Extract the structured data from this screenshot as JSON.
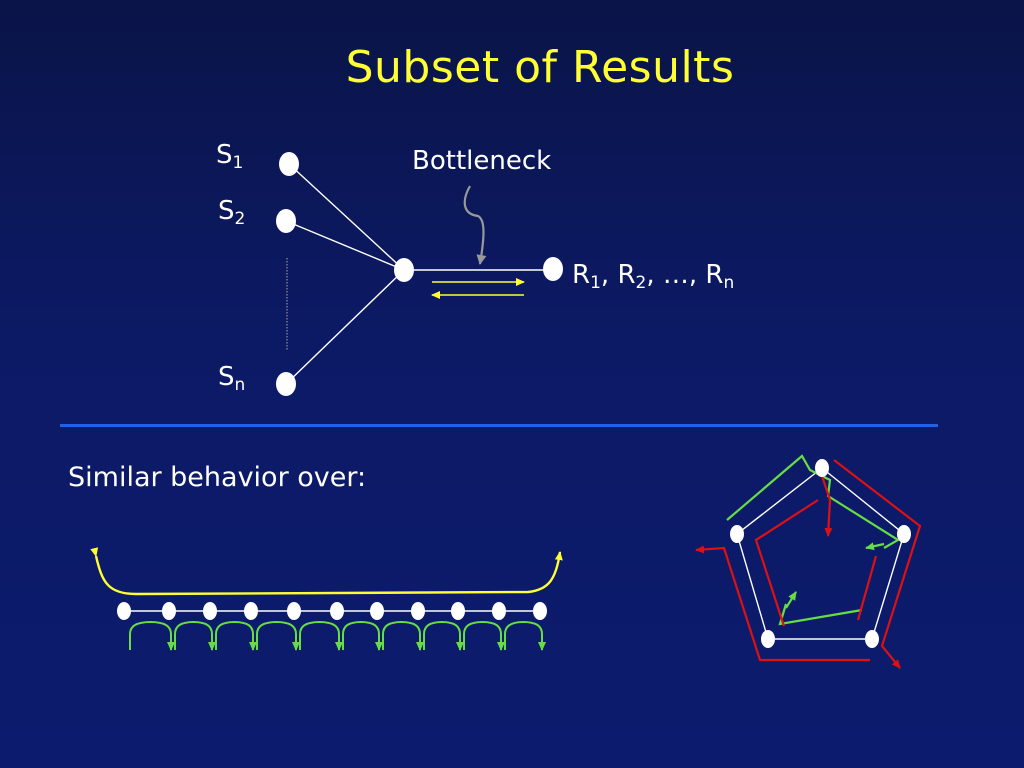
{
  "slide": {
    "title": "Subset of Results",
    "caption": "Similar behavior over:"
  },
  "topology": {
    "bottleneck_label": "Bottleneck",
    "sources": [
      {
        "base": "S",
        "sub": "1"
      },
      {
        "base": "S",
        "sub": "2"
      },
      {
        "base": "S",
        "sub": "n"
      }
    ],
    "receivers_label": {
      "r1": "R",
      "r1_sub": "1",
      "sep1": ", ",
      "r2": "R",
      "r2_sub": "2",
      "sep2": ", …, ",
      "rn": "R",
      "rn_sub": "n"
    }
  },
  "colors": {
    "background": "#0c1a66",
    "title": "#ffff33",
    "divider": "#1f63e6",
    "node": "#ffffff",
    "link": "#ffffff",
    "flow_yellow": "#ffff33",
    "flow_green": "#66dd44",
    "flow_red": "#dd1111",
    "bottleneck_pointer": "#999999"
  }
}
